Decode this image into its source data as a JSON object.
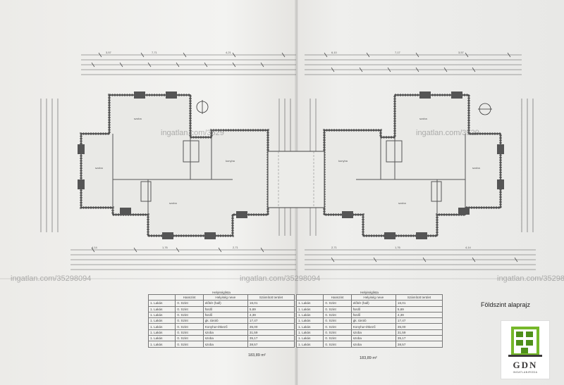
{
  "title": "Földszint alaprajz",
  "watermark": "ingatlan.com/35298094",
  "watermark_top": "ingatlan.com/3529",
  "room_table": {
    "caption": "Helyiséglista",
    "headers": [
      "",
      "Hanszint",
      "Helyiség neve",
      "Számított terület"
    ],
    "rows_left": [
      [
        "1. Lakás",
        "0. Szint",
        "előtér (hall)",
        "16,01"
      ],
      [
        "1. Lakás",
        "0. Szint",
        "fürdő",
        "5,69"
      ],
      [
        "1. Lakás",
        "0. Szint",
        "fürdő",
        "4,39"
      ],
      [
        "1. Lakás",
        "0. Szint",
        "gk. tároló",
        "17,47"
      ],
      [
        "1. Lakás",
        "0. Szint",
        "Konyha+étkező",
        "35,00"
      ],
      [
        "1. Lakás",
        "0. Szint",
        "szoba",
        "31,59"
      ],
      [
        "1. Lakás",
        "0. Szint",
        "szoba",
        "35,17"
      ],
      [
        "1. Lakás",
        "0. Szint",
        "szoba",
        "38,57"
      ]
    ],
    "rows_right": [
      [
        "1. Lakás",
        "0. Szint",
        "előtér (hall)",
        "16,01"
      ],
      [
        "1. Lakás",
        "0. Szint",
        "fürdő",
        "5,69"
      ],
      [
        "1. Lakás",
        "0. Szint",
        "fürdő",
        "4,39"
      ],
      [
        "1. Lakás",
        "0. Szint",
        "gk. tároló",
        "17,47"
      ],
      [
        "1. Lakás",
        "0. Szint",
        "Konyha+étkező",
        "35,00"
      ],
      [
        "1. Lakás",
        "0. Szint",
        "szoba",
        "31,59"
      ],
      [
        "1. Lakás",
        "0. Szint",
        "szoba",
        "35,17"
      ],
      [
        "1. Lakás",
        "0. Szint",
        "szoba",
        "38,57"
      ]
    ],
    "total_left": "183,89 m²",
    "total_right": "183,89 m²"
  },
  "logo": {
    "text": "GDN",
    "sub": "INGATLANIRODA"
  }
}
